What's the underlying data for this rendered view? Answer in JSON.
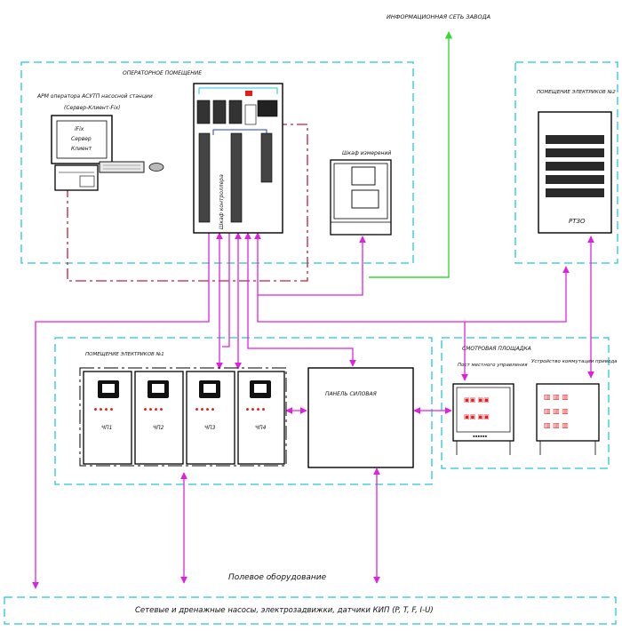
{
  "top_label": "ИНФОРМАЦИОННАЯ СЕТЬ ЗАВОДА",
  "operator_room": {
    "title": "ОПЕРАТОРНОЕ ПОМЕЩЕНИЕ",
    "workstation_label": "АРМ оператора АСУТП насосной станции",
    "workstation_sub": "(Сервер-Клиент-Fix)",
    "screen_lines": [
      "iFix",
      "Сервер",
      "Клиент"
    ],
    "controller_cabinet": "Шкаф контроллера",
    "measurement_cabinet": "Шкаф измерений"
  },
  "electric_room_2": {
    "title": "ПОМЕЩЕНИЕ ЭЛЕКТРИКОВ №2",
    "cabinet_label": "РТЗО"
  },
  "electric_room_1": {
    "title": "ПОМЕЩЕНИЕ ЭЛЕКТРИКОВ №1",
    "vfd_labels": [
      "ЧП1",
      "ЧП2",
      "ЧП3",
      "ЧП4"
    ],
    "power_panel": "ПАНЕЛЬ СИЛОВАЯ"
  },
  "inspection_area": {
    "title": "СМОТРОВАЯ ПЛОЩАДКА",
    "local_post": "Пост местного управления",
    "switch_device": "Устройство коммутации привода"
  },
  "field_equipment": {
    "title": "Полевое оборудование",
    "description": "Сетевые и дренажные насосы, электрозадвижки, датчики КИП (P, T, F, I-U)"
  },
  "colors": {
    "boundary": "#22c8d8",
    "plant_network": "#38d838",
    "field_bus": "#e020e0",
    "server_link": "#c0203a",
    "equipment": "#000000"
  }
}
